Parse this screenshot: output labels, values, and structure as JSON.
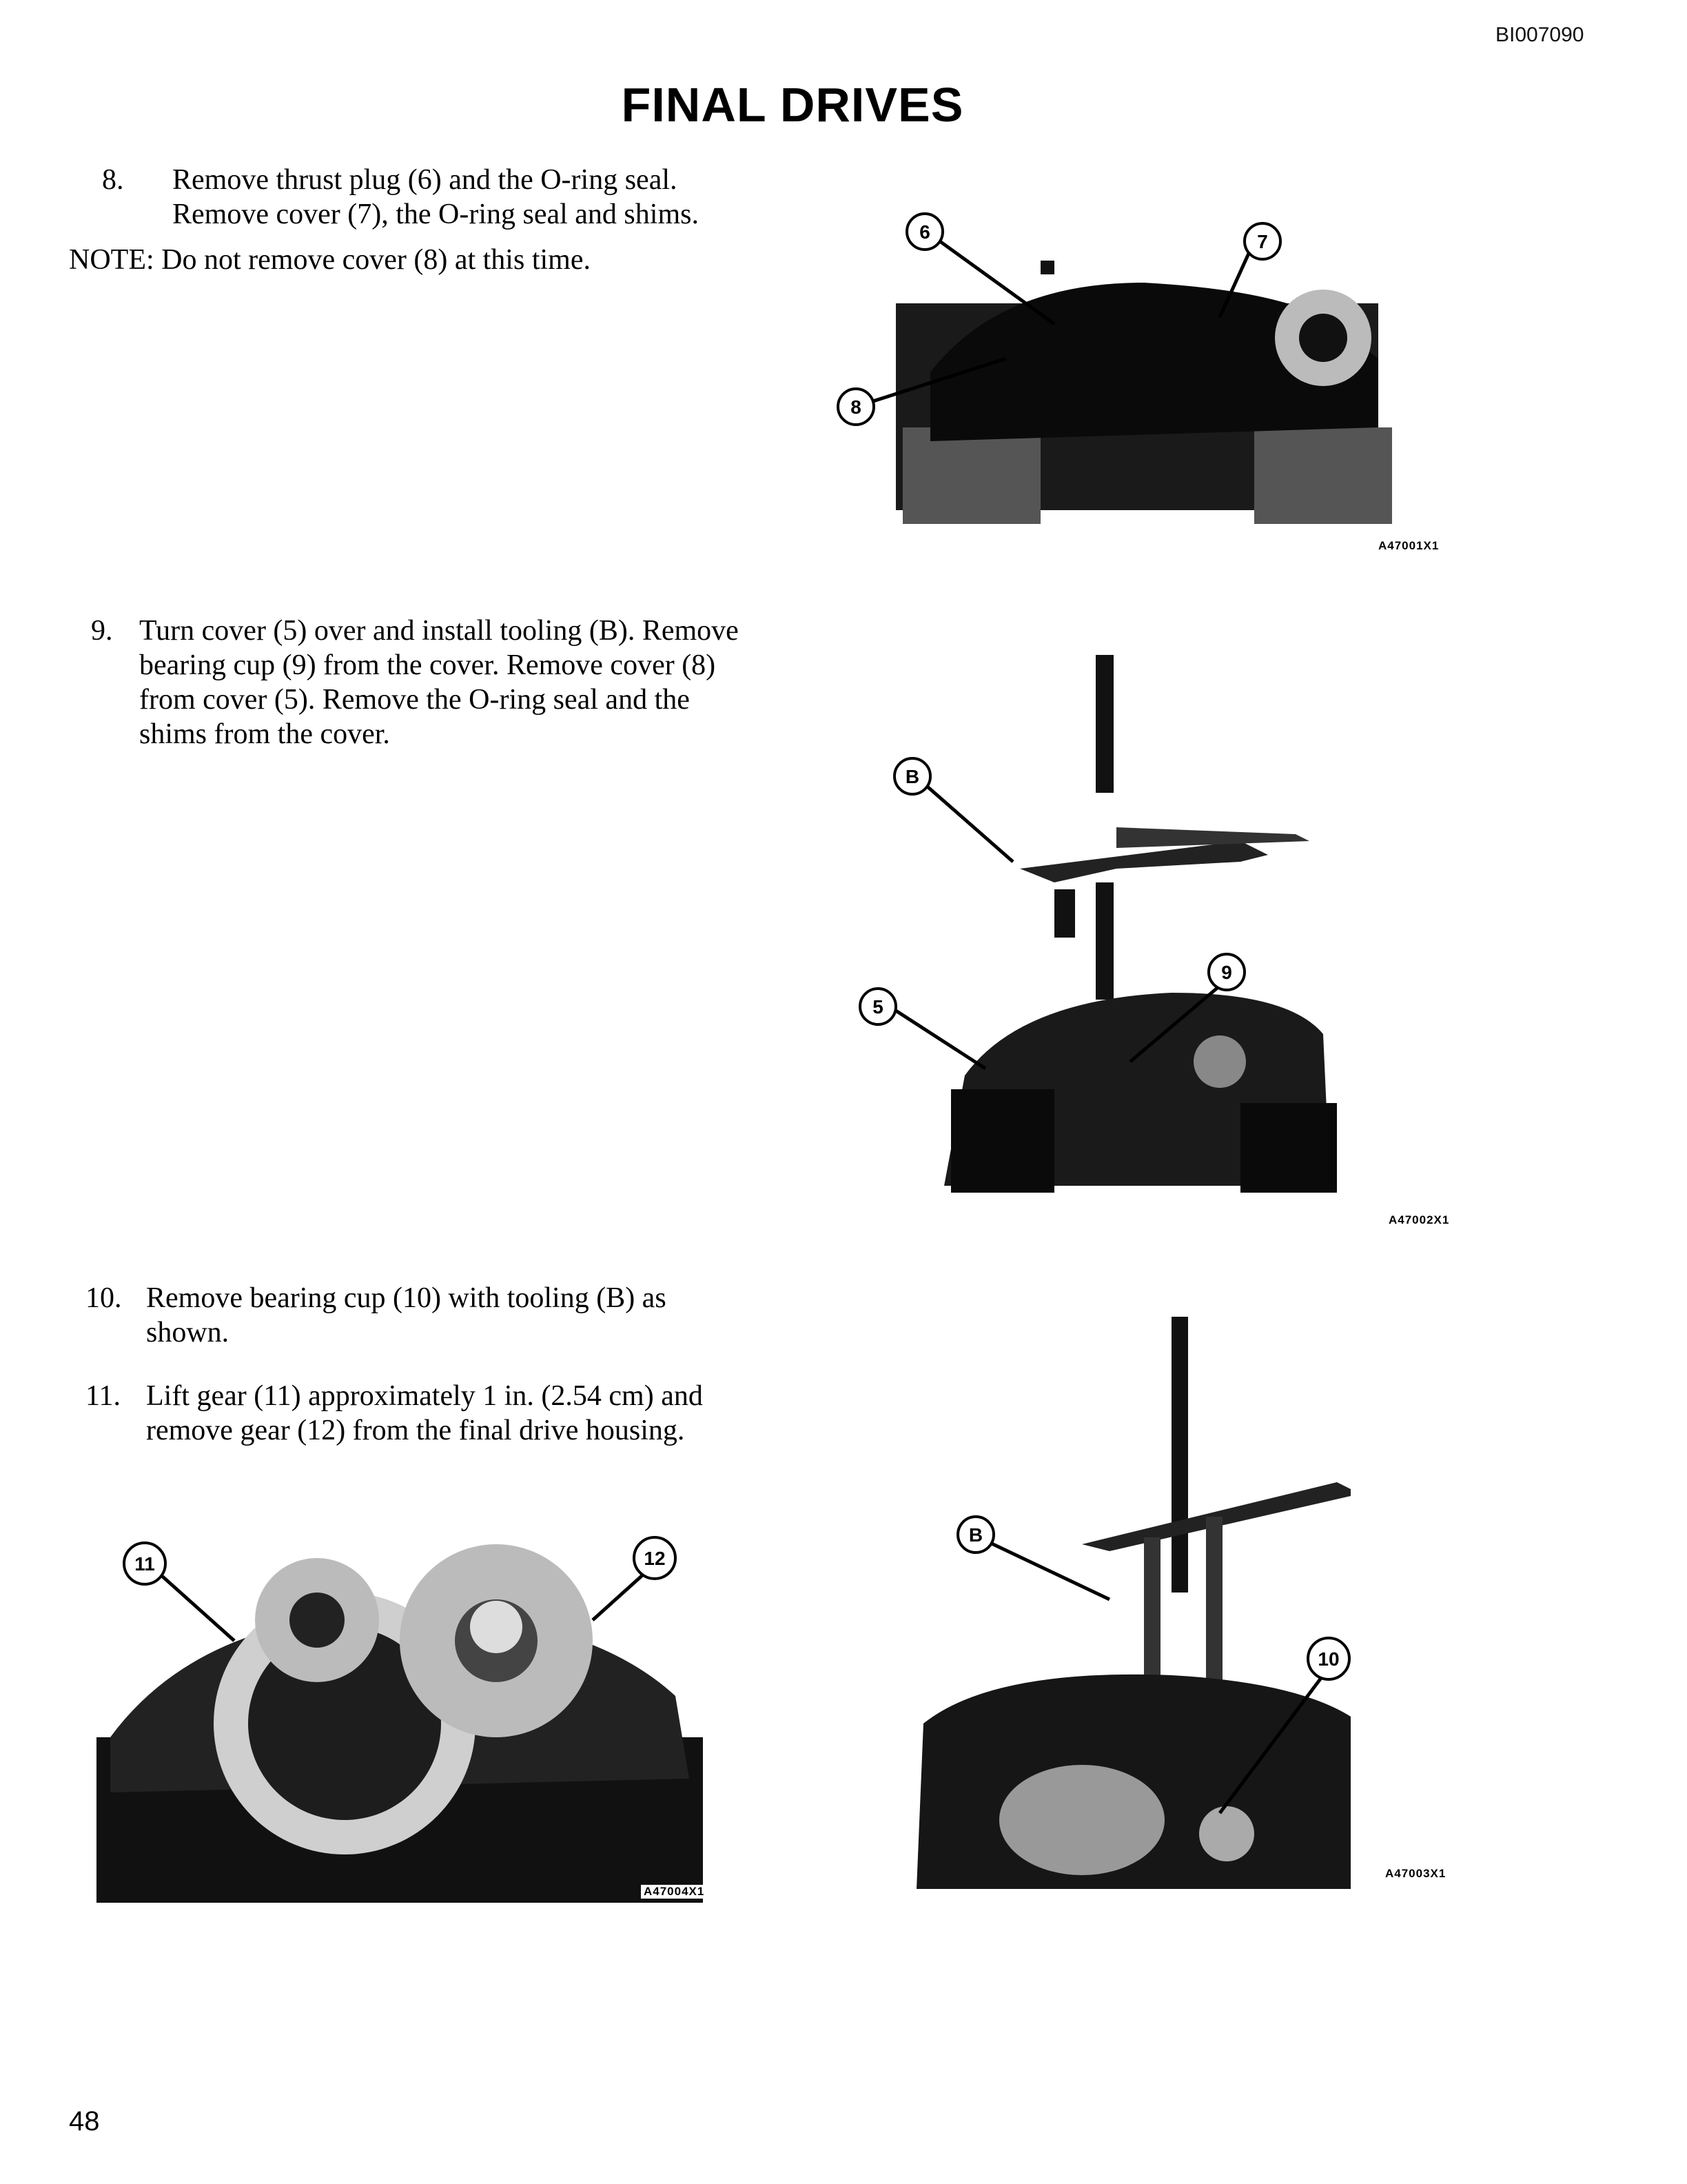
{
  "header": {
    "doc_id": "BI007090",
    "title": "FINAL DRIVES"
  },
  "steps": [
    {
      "number": "8.",
      "text": "Remove thrust plug (6) and the O-ring seal. Remove cover (7), the O-ring seal and shims."
    },
    {
      "number": "9.",
      "text": "Turn cover (5) over and install tooling (B). Remove bearing cup (9) from the cover. Remove cover (8) from cover (5). Remove the O-ring seal and the shims from the cover."
    },
    {
      "number": "10.",
      "text": "Remove bearing cup (10) with tooling (B) as shown."
    },
    {
      "number": "11.",
      "text": "Lift gear (11) approximately 1 in. (2.54 cm) and remove gear (12) from the final drive housing."
    }
  ],
  "note": "NOTE: Do not remove cover (8) at this time.",
  "figures": [
    {
      "code": "A47001X1",
      "callouts": [
        "6",
        "7",
        "8"
      ]
    },
    {
      "code": "A47002X1",
      "callouts": [
        "B",
        "9",
        "5"
      ]
    },
    {
      "code": "A47003X1",
      "callouts": [
        "B",
        "10"
      ]
    },
    {
      "code": "A47004X1",
      "callouts": [
        "11",
        "12"
      ]
    }
  ],
  "footer": {
    "page_number": "48"
  }
}
